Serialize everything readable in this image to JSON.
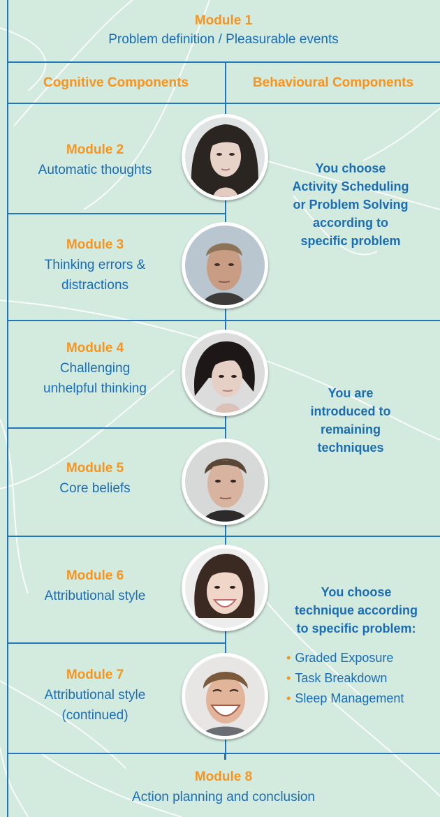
{
  "colors": {
    "background": "#d3eadf",
    "line": "#1f76b8",
    "title_orange": "#f7941d",
    "text_blue": "#1a6db3"
  },
  "header": {
    "module": "Module 1",
    "subtitle": "Problem definition / Pleasurable events"
  },
  "columns": {
    "left": "Cognitive Components",
    "right": "Behavioural Components"
  },
  "modules": [
    {
      "title": "Module 2",
      "lines": [
        "Automatic thoughts"
      ]
    },
    {
      "title": "Module 3",
      "lines": [
        "Thinking errors &",
        "distractions"
      ]
    },
    {
      "title": "Module 4",
      "lines": [
        "Challenging",
        "unhelpful thinking"
      ]
    },
    {
      "title": "Module 5",
      "lines": [
        "Core beliefs"
      ]
    },
    {
      "title": "Module 6",
      "lines": [
        "Attributional style"
      ]
    },
    {
      "title": "Module 7",
      "lines": [
        "Attributional style",
        "(continued)"
      ]
    }
  ],
  "behavioural": {
    "group1": [
      "You choose",
      "Activity Scheduling",
      "or Problem Solving",
      "according to",
      "specific problem"
    ],
    "group2": [
      "You are",
      "introduced to",
      "remaining",
      "techniques"
    ],
    "group3": [
      "You choose",
      "technique according",
      "to specific problem:"
    ],
    "group3_bullets": [
      "Graded Exposure",
      "Task Breakdown",
      "Sleep Management"
    ]
  },
  "footer": {
    "module": "Module 8",
    "subtitle": "Action planning and conclusion"
  },
  "portraits": [
    "portrait-woman-dark-hair",
    "portrait-man-short-hair",
    "portrait-woman-dark-bob",
    "portrait-man-sharp-features",
    "portrait-woman-smiling",
    "portrait-man-laughing"
  ]
}
